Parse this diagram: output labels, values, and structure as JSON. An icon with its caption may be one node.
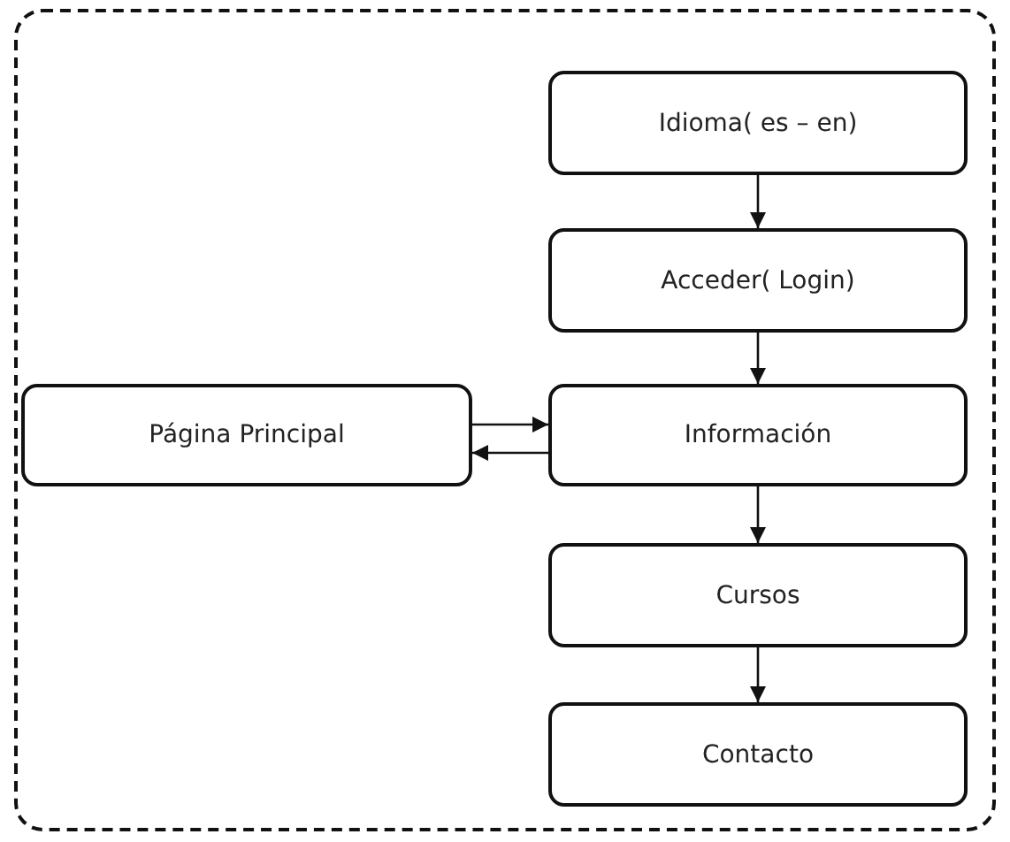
{
  "diagram": {
    "nodes": [
      {
        "text": [],
        "shape": "box"
      },
      {
        "text": [
          "Idioma( es – en)"
        ],
        "in": 0
      },
      {
        "text": [
          "Acceder( Login)"
        ],
        "in": 0
      },
      {
        "text": [
          "Página Principal"
        ],
        "in": 0
      },
      {
        "text": [
          "Información"
        ],
        "in": 0
      },
      {
        "text": [
          "Cursos"
        ],
        "in": 0
      },
      {
        "text": [
          "Contacto"
        ],
        "in": 0
      }
    ],
    "edges": [
      {
        "from": 1,
        "to": 2,
        "arrow": "to"
      },
      {
        "from": 2,
        "to": 4,
        "arrow": "to"
      },
      {
        "from": 3,
        "to": 4,
        "arrow": "to"
      },
      {
        "from": 4,
        "to": 3,
        "arrow": "to"
      },
      {
        "from": 4,
        "to": 5,
        "arrow": "to"
      },
      {
        "from": 5,
        "to": 6,
        "arrow": "to"
      }
    ]
  }
}
